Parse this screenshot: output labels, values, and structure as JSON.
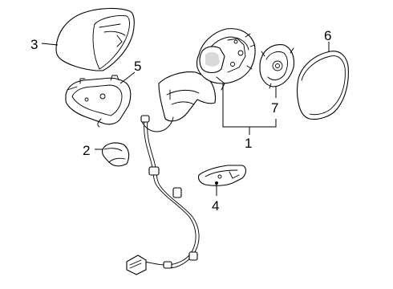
{
  "callouts": {
    "c1": "1",
    "c2": "2",
    "c3": "3",
    "c4": "4",
    "c5": "5",
    "c6": "6",
    "c7": "7"
  },
  "parts": [
    {
      "callout": "1",
      "icon": "mirror-assembly"
    },
    {
      "callout": "2",
      "icon": "mirror-cover-cap"
    },
    {
      "callout": "3",
      "icon": "mirror-housing-cover"
    },
    {
      "callout": "4",
      "icon": "turn-signal-bracket"
    },
    {
      "callout": "5",
      "icon": "mirror-base-trim"
    },
    {
      "callout": "6",
      "icon": "mirror-glass"
    },
    {
      "callout": "7",
      "icon": "mirror-motor-actuator"
    }
  ]
}
